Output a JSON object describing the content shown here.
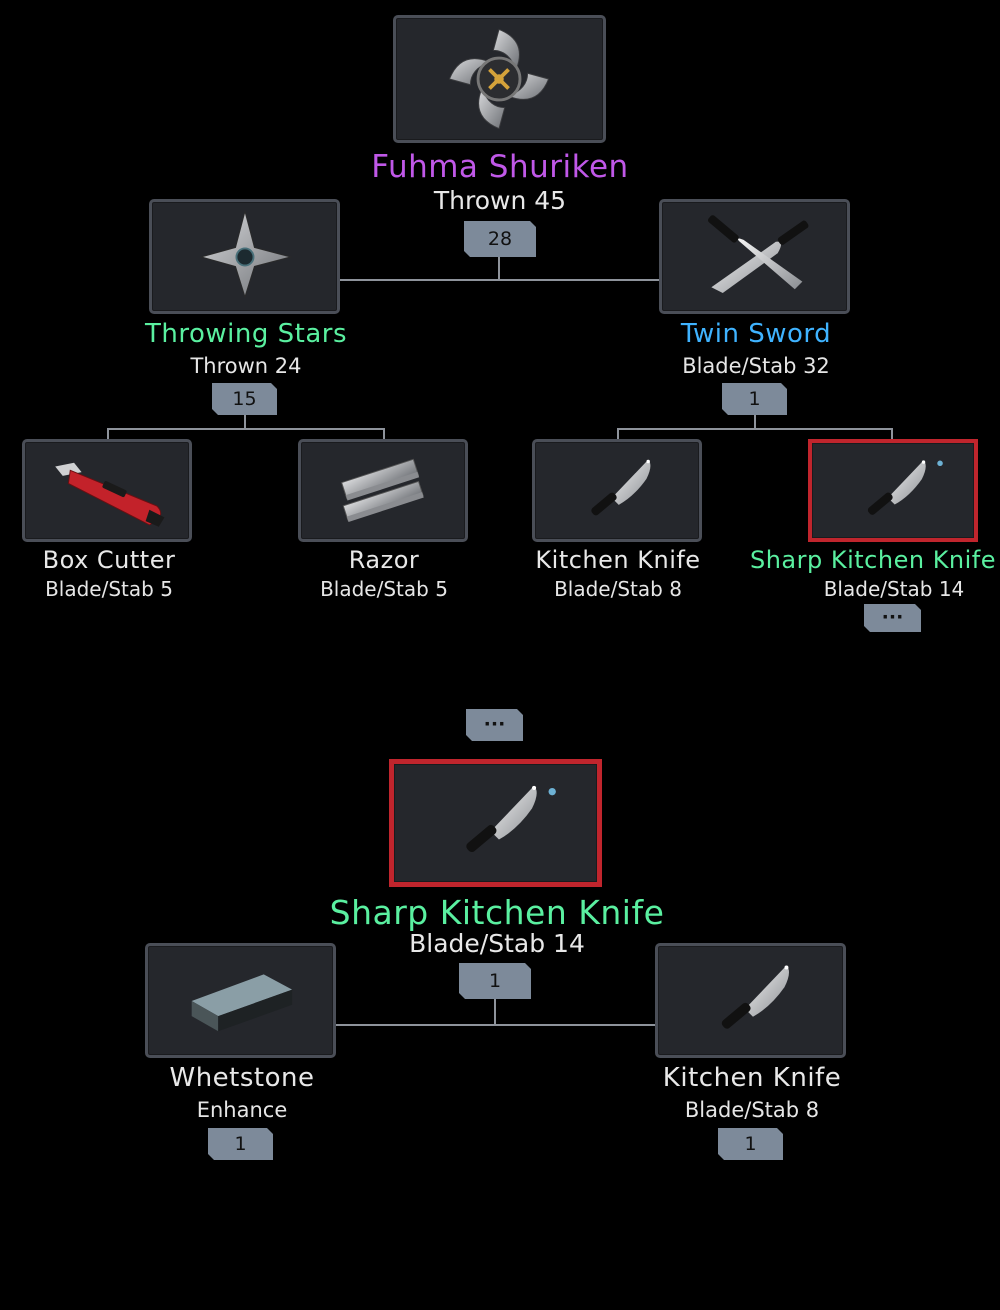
{
  "tree_top": {
    "root": {
      "name": "Fuhma Shuriken",
      "category": "Thrown 45",
      "count": "28",
      "icon": "fuhma-shuriken-icon"
    },
    "left": {
      "name": "Throwing Stars",
      "category": "Thrown 24",
      "count": "15",
      "icon": "throwing-star-icon"
    },
    "right": {
      "name": "Twin Sword",
      "category": "Blade/Stab 32",
      "count": "1",
      "icon": "twin-sword-icon"
    },
    "leaves": [
      {
        "name": "Box Cutter",
        "category": "Blade/Stab 5",
        "icon": "box-cutter-icon"
      },
      {
        "name": "Razor",
        "category": "Blade/Stab 5",
        "icon": "razor-icon"
      },
      {
        "name": "Kitchen Knife",
        "category": "Blade/Stab 8",
        "icon": "kitchen-knife-icon"
      },
      {
        "name": "Sharp Kitchen Knife",
        "category": "Blade/Stab 14",
        "more": "···",
        "icon": "sharp-kitchen-knife-icon"
      }
    ]
  },
  "more_badge": "···",
  "tree_bottom": {
    "root": {
      "name": "Sharp Kitchen Knife",
      "category": "Blade/Stab 14",
      "count": "1",
      "icon": "sharp-kitchen-knife-icon"
    },
    "children": [
      {
        "name": "Whetstone",
        "category": "Enhance",
        "count": "1",
        "icon": "whetstone-icon"
      },
      {
        "name": "Kitchen Knife",
        "category": "Blade/Stab 8",
        "count": "1",
        "icon": "kitchen-knife-icon"
      }
    ]
  },
  "colors": {
    "green": "#5af0a0",
    "blue": "#3fb3ff",
    "purple": "#c058e8",
    "selected_border": "#c0252d"
  }
}
